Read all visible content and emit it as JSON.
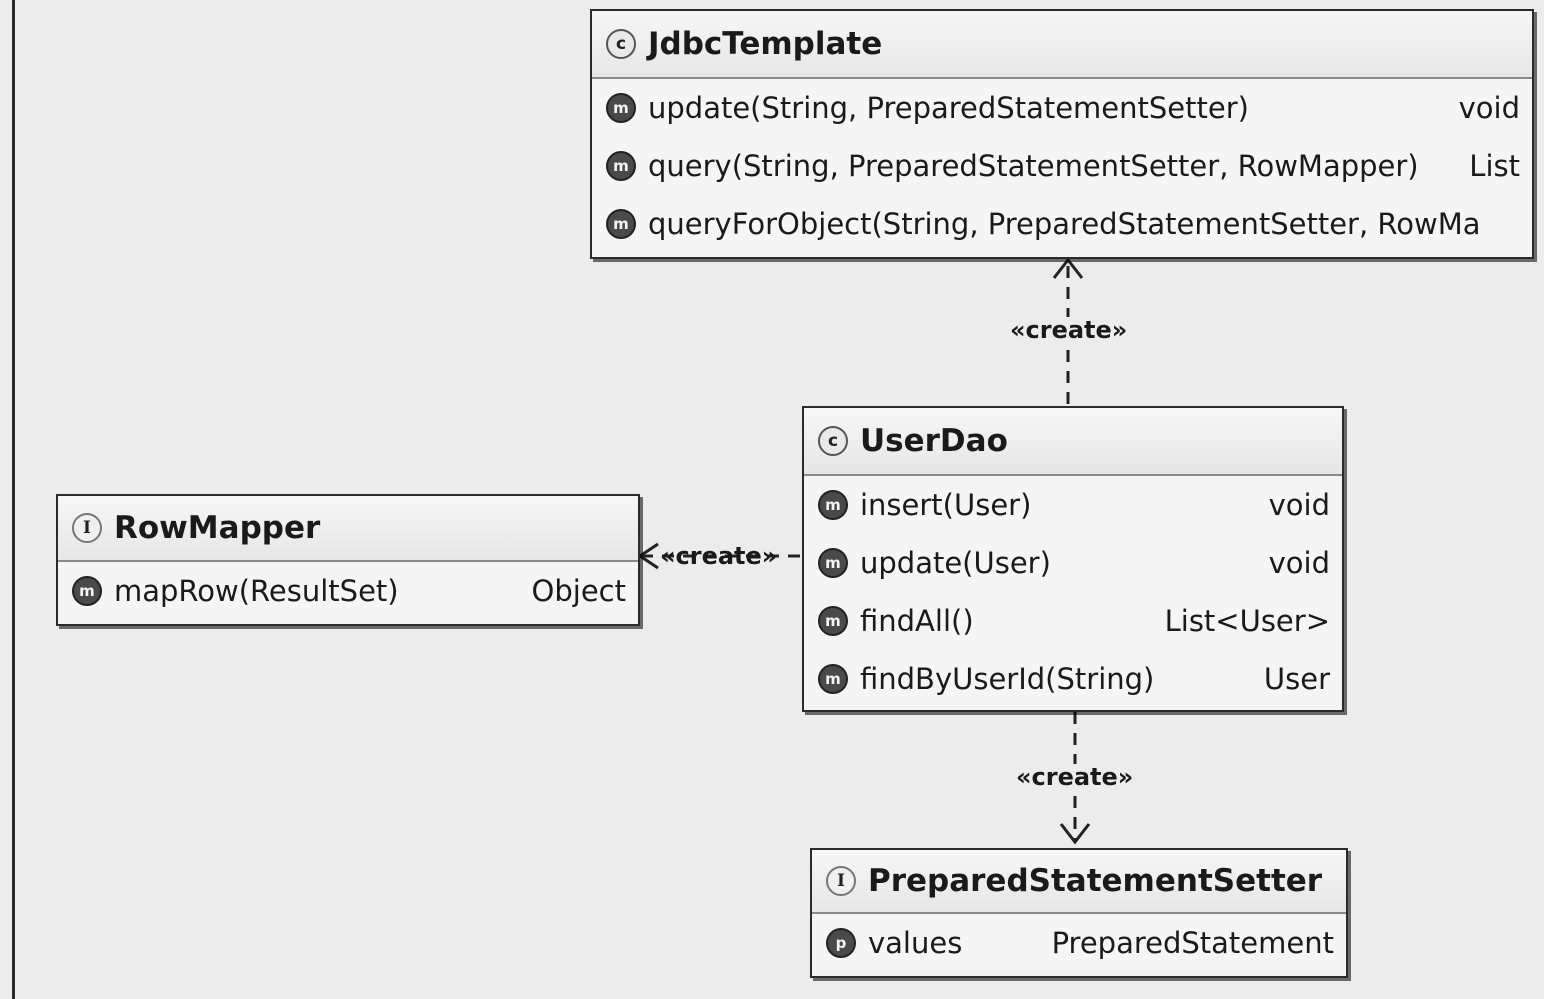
{
  "classes": {
    "jdbc_template": {
      "kind_icon": "c",
      "name": "JdbcTemplate",
      "members": [
        {
          "icon": "m",
          "signature": "update(String, PreparedStatementSetter)",
          "type": "void"
        },
        {
          "icon": "m",
          "signature": "query(String, PreparedStatementSetter, RowMapper)",
          "type": "List"
        },
        {
          "icon": "m",
          "signature": "queryForObject(String, PreparedStatementSetter, RowMa",
          "type": ""
        }
      ]
    },
    "user_dao": {
      "kind_icon": "c",
      "name": "UserDao",
      "members": [
        {
          "icon": "m",
          "signature": "insert(User)",
          "type": "void"
        },
        {
          "icon": "m",
          "signature": "update(User)",
          "type": "void"
        },
        {
          "icon": "m",
          "signature": "findAll()",
          "type": "List<User>"
        },
        {
          "icon": "m",
          "signature": "findByUserId(String)",
          "type": "User"
        }
      ]
    },
    "row_mapper": {
      "kind_icon": "I",
      "name": "RowMapper",
      "members": [
        {
          "icon": "m",
          "signature": "mapRow(ResultSet)",
          "type": "Object"
        }
      ]
    },
    "prepared_statement_setter": {
      "kind_icon": "I",
      "name": "PreparedStatementSetter",
      "members": [
        {
          "icon": "p",
          "signature": "values",
          "type": "PreparedStatement"
        }
      ]
    }
  },
  "relations": {
    "userdao_to_jdbctemplate": "«create»",
    "userdao_to_rowmapper": "«create»",
    "userdao_to_pss": "«create»"
  }
}
